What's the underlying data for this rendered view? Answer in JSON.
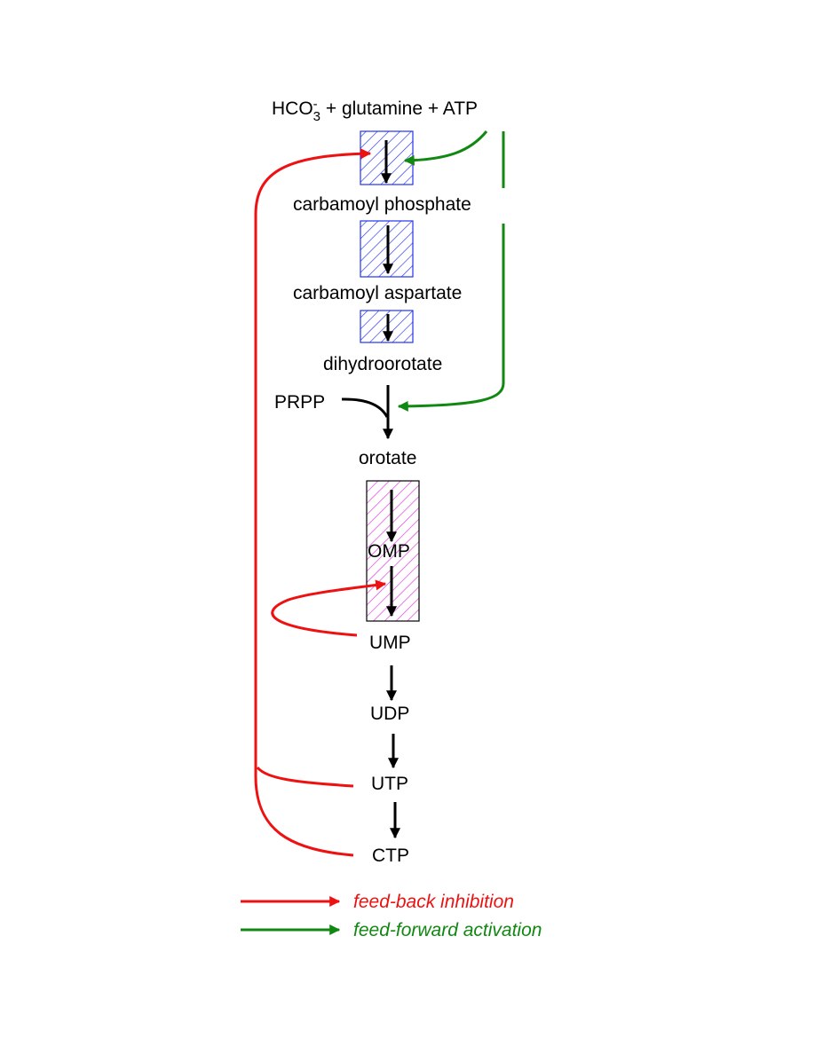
{
  "pathway": {
    "substrate": {
      "hco_base": "HCO",
      "hco_sup": "-",
      "hco_sub": "3",
      "rest": " + glutamine + ATP"
    },
    "carbamoyl_phosphate": "carbamoyl phosphate",
    "carbamoyl_aspartate": "carbamoyl aspartate",
    "dihydroorotate": "dihydroorotate",
    "prpp": "PRPP",
    "orotate": "orotate",
    "omp": "OMP",
    "ump": "UMP",
    "udp": "UDP",
    "utp": "UTP",
    "ctp": "CTP"
  },
  "legend": {
    "inhibition": "feed-back inhibition",
    "activation": "feed-forward activation"
  },
  "colors": {
    "inhibition": "#ee1111",
    "activation": "#118811",
    "enzyme_blue": "#2233ee",
    "enzyme_magenta": "#dd33dd",
    "arrow": "#000000"
  }
}
